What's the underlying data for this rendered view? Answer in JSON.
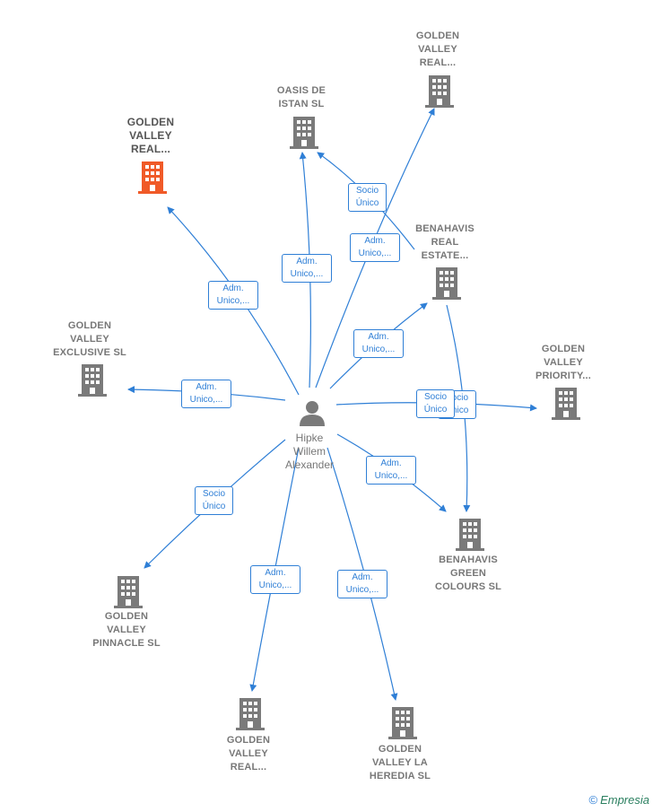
{
  "person": {
    "name": "Hipke\nWillem\nAlexander"
  },
  "companies": {
    "gv_real_top": "GOLDEN\nVALLEY\nREAL...",
    "oasis": "OASIS DE\nISTAN  SL",
    "gv_real_hl": "GOLDEN\nVALLEY\nREAL...",
    "benahavis_real": "BENAHAVIS\nREAL\nESTATE...",
    "gv_exclusive": "GOLDEN\nVALLEY\nEXCLUSIVE  SL",
    "gv_priority": "GOLDEN\nVALLEY\nPRIORITY...",
    "benahavis_green": "BENAHAVIS\nGREEN\nCOLOURS  SL",
    "gv_pinnacle": "GOLDEN\nVALLEY\nPINNACLE  SL",
    "gv_real_bottom": "GOLDEN\nVALLEY\nREAL...",
    "gv_heredia": "GOLDEN\nVALLEY LA\nHEREDIA  SL"
  },
  "relations": {
    "adm": "Adm.\nUnico,...",
    "socio": "Socio\nÚnico"
  },
  "colors": {
    "edge": "#2f7fd6",
    "building": "#7a7a7a",
    "highlight": "#f05a28"
  },
  "brand": {
    "symbol": "©",
    "name": "Empresia"
  }
}
